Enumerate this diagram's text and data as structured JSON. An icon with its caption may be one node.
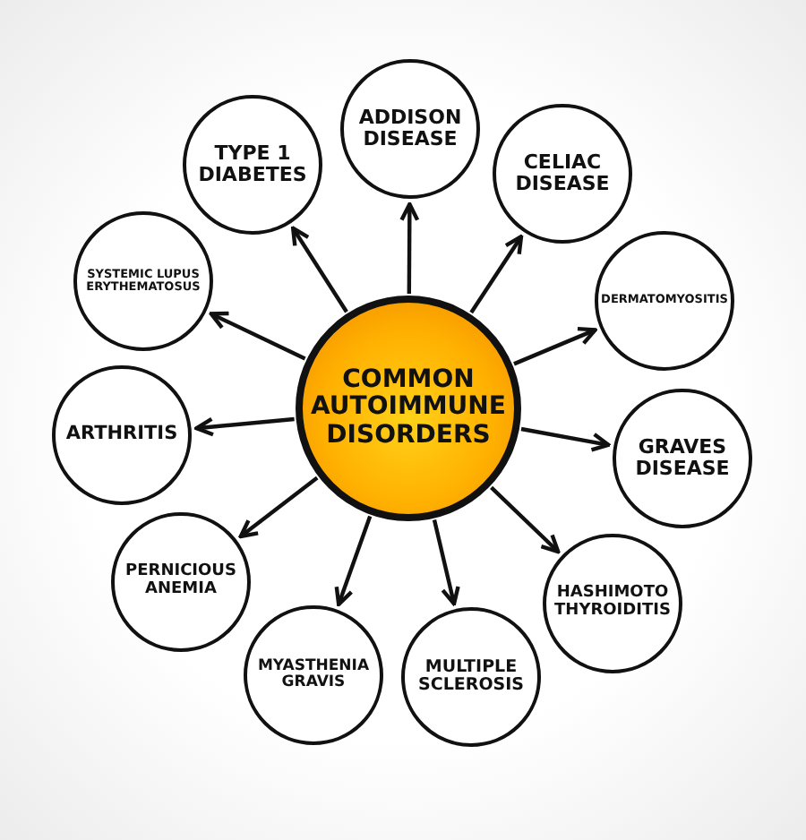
{
  "diagram": {
    "nodes": [
      {
        "text": [
          "COMMON AUTOIMMUNE DISORDERS"
        ]
      },
      {
        "text": [
          "ADDISON DISEASE"
        ]
      },
      {
        "text": [
          "TYPE 1 DIABETES"
        ]
      },
      {
        "text": [
          "CELIAC DISEASE"
        ]
      },
      {
        "text": [
          "SYSTEMIC LUPUS ERYTHEMATOSUS"
        ]
      },
      {
        "text": [
          "DERMATOMYOSITIS"
        ]
      },
      {
        "text": [
          "ARTHRITIS"
        ]
      },
      {
        "text": [
          "GRAVES DISEASE"
        ]
      },
      {
        "text": [
          "PERNICIOUS ANEMIA"
        ]
      },
      {
        "text": [
          "HASHIMOTO THYROIDITIS"
        ]
      },
      {
        "text": [
          "MYASTHENIA GRAVIS"
        ]
      },
      {
        "text": [
          "MULTIPLE SCLEROSIS"
        ]
      }
    ],
    "edges": [
      {
        "from": 0,
        "to": 1,
        "arrow": "to"
      },
      {
        "from": 0,
        "to": 2,
        "arrow": "to"
      },
      {
        "from": 0,
        "to": 3,
        "arrow": "to"
      },
      {
        "from": 0,
        "to": 4,
        "arrow": "to"
      },
      {
        "from": 0,
        "to": 5,
        "arrow": "to"
      },
      {
        "from": 0,
        "to": 6,
        "arrow": "to"
      },
      {
        "from": 0,
        "to": 7,
        "arrow": "to"
      },
      {
        "from": 0,
        "to": 8,
        "arrow": "to"
      },
      {
        "from": 0,
        "to": 9,
        "arrow": "to"
      },
      {
        "from": 0,
        "to": 10,
        "arrow": "to"
      },
      {
        "from": 0,
        "to": 11,
        "arrow": "to"
      }
    ]
  }
}
